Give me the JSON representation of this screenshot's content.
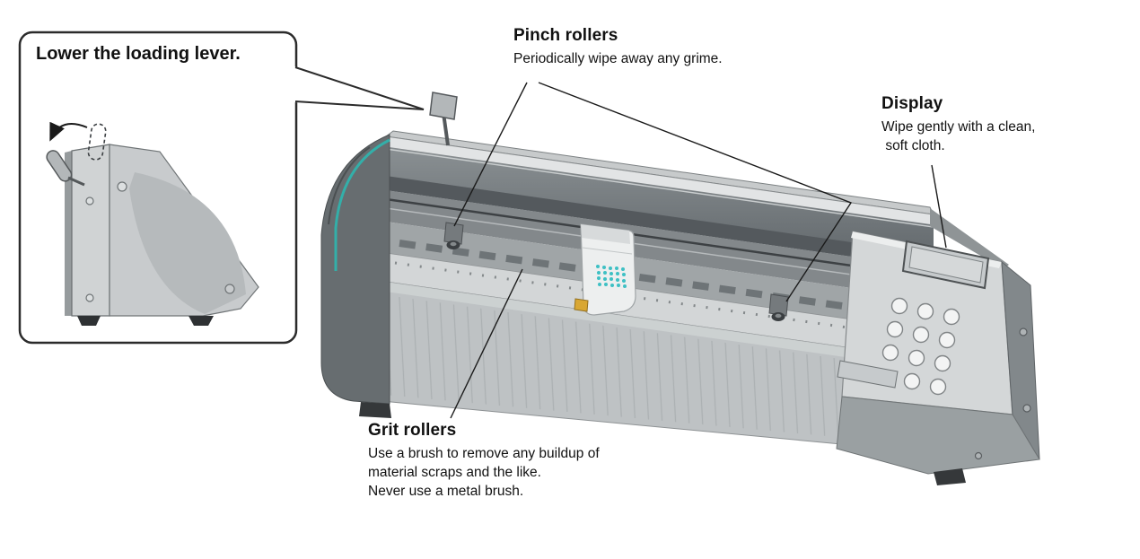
{
  "callout": {
    "title": "Lower the loading lever."
  },
  "annotations": {
    "pinch_rollers": {
      "title": "Pinch rollers",
      "description": "Periodically wipe away any grime."
    },
    "display": {
      "title": "Display",
      "description": "Wipe gently with a clean,\n soft cloth."
    },
    "grit_rollers": {
      "title": "Grit rollers",
      "description": "Use a brush to remove any buildup of\nmaterial scraps and the like.\nNever use a metal brush."
    }
  },
  "colors": {
    "accent_teal": "#2db6af",
    "carriage_dots": "#3ec0c4",
    "machine_light": "#d4d7d8",
    "machine_dark": "#5a6064",
    "text": "#111111"
  }
}
